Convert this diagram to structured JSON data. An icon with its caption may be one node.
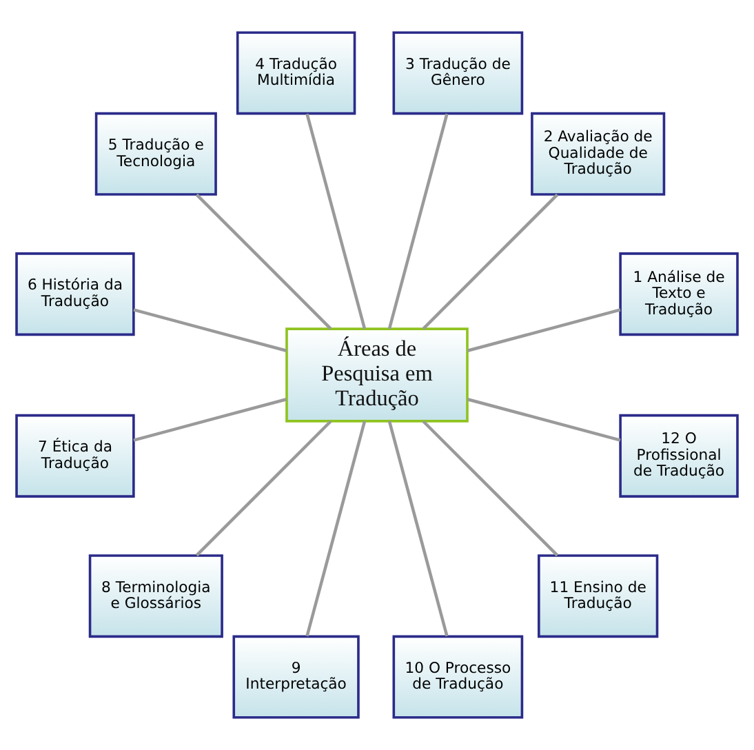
{
  "diagram": {
    "nodes": [
      {
        "text": [
          "Áreas de Pesquisa em Tradução"
        ]
      },
      {
        "text": [
          "1 Análise de Texto e Tradução"
        ]
      },
      {
        "text": [
          "2 Avaliação de Qualidade de Tradução"
        ]
      },
      {
        "text": [
          "3 Tradução de Gênero"
        ]
      },
      {
        "text": [
          "4 Tradução Multimídia"
        ]
      },
      {
        "text": [
          "5 Tradução e Tecnologia"
        ]
      },
      {
        "text": [
          "6 História da Tradução"
        ]
      },
      {
        "text": [
          "7 Ética da Tradução"
        ]
      },
      {
        "text": [
          "8 Terminologia e Glossários"
        ]
      },
      {
        "text": [
          "9 Interpretação"
        ]
      },
      {
        "text": [
          "10 O Processo de Tradução"
        ]
      },
      {
        "text": [
          "11 Ensino de Tradução"
        ]
      },
      {
        "text": [
          "12 O Profissional de Tradução"
        ]
      }
    ],
    "edges": [
      {
        "from": 0,
        "to": 1,
        "arrow": "none"
      },
      {
        "from": 0,
        "to": 2,
        "arrow": "none"
      },
      {
        "from": 0,
        "to": 3,
        "arrow": "none"
      },
      {
        "from": 0,
        "to": 4,
        "arrow": "none"
      },
      {
        "from": 0,
        "to": 5,
        "arrow": "none"
      },
      {
        "from": 0,
        "to": 6,
        "arrow": "none"
      },
      {
        "from": 0,
        "to": 7,
        "arrow": "none"
      },
      {
        "from": 0,
        "to": 8,
        "arrow": "none"
      },
      {
        "from": 0,
        "to": 9,
        "arrow": "none"
      },
      {
        "from": 0,
        "to": 10,
        "arrow": "none"
      },
      {
        "from": 0,
        "to": 11,
        "arrow": "none"
      },
      {
        "from": 0,
        "to": 12,
        "arrow": "none"
      }
    ]
  }
}
